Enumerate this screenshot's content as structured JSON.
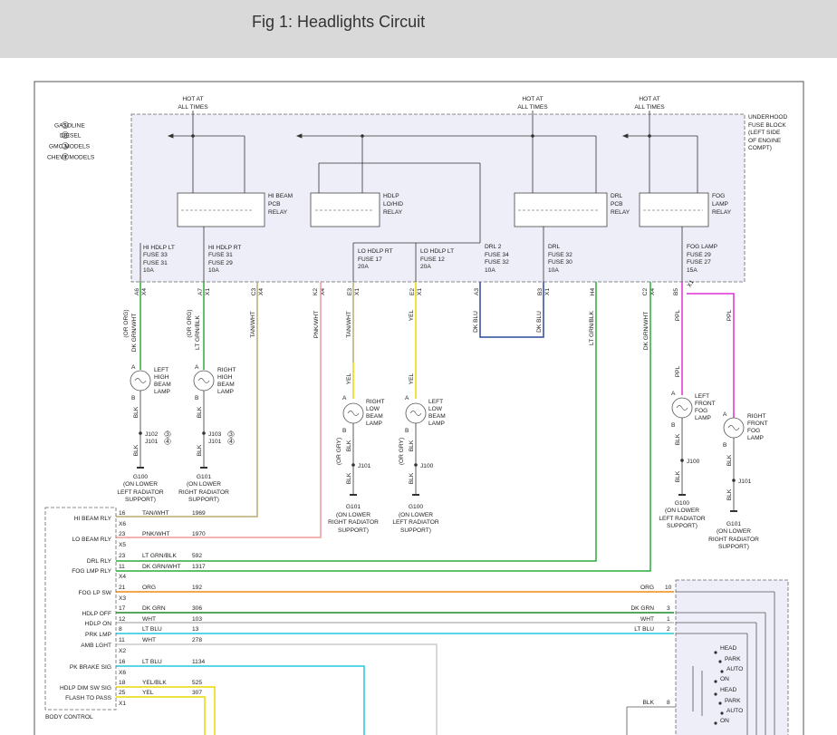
{
  "header": {
    "title": "Fig 1: Headlights Circuit"
  },
  "legend": [
    {
      "num": "1",
      "label": "GASOLINE"
    },
    {
      "num": "2",
      "label": "DIESEL"
    },
    {
      "num": "3",
      "label": "GMC MODELS"
    },
    {
      "num": "4",
      "label": "CHEVY MODELS"
    }
  ],
  "hot_labels": [
    {
      "line1": "HOT AT",
      "line2": "ALL TIMES"
    },
    {
      "line1": "HOT AT",
      "line2": "ALL TIMES"
    },
    {
      "line1": "HOT AT",
      "line2": "ALL TIMES"
    }
  ],
  "fuse_block": {
    "lines": [
      "UNDERHOOD",
      "FUSE BLOCK",
      "(LEFT SIDE",
      "OF ENGINE",
      "COMPT)"
    ]
  },
  "relays": [
    {
      "lines": [
        "HI BEAM",
        "PCB",
        "RELAY"
      ]
    },
    {
      "lines": [
        "HDLP",
        "LO/HID",
        "RELAY"
      ]
    },
    {
      "lines": [
        "DRL",
        "PCB",
        "RELAY"
      ]
    },
    {
      "lines": [
        "FOG",
        "LAMP",
        "RELAY"
      ]
    }
  ],
  "fuses": [
    {
      "lines": [
        "HI HDLP LT",
        "FUSE 33",
        "FUSE 31",
        "10A"
      ]
    },
    {
      "lines": [
        "HI HDLP RT",
        "FUSE 31",
        "FUSE 29",
        "10A"
      ]
    },
    {
      "lines": [
        "LO HDLP RT",
        "FUSE 17",
        "20A"
      ]
    },
    {
      "lines": [
        "LO HDLP LT",
        "FUSE 12",
        "20A"
      ]
    },
    {
      "lines": [
        "DRL 2",
        "FUSE 34",
        "FUSE 32",
        "10A"
      ]
    },
    {
      "lines": [
        "DRL",
        "FUSE 32",
        "FUSE 30",
        "10A"
      ]
    },
    {
      "lines": [
        "FOG LAMP",
        "FUSE 29",
        "FUSE 27",
        "15A"
      ]
    }
  ],
  "pins": [
    "A6",
    "A7",
    "C3",
    "K2",
    "E3",
    "E2",
    "A3",
    "B3",
    "H4",
    "C2",
    "B5",
    "X4",
    "X1",
    "X4",
    "X4",
    "X1",
    "X1",
    "X1",
    "X4",
    "X1"
  ],
  "wire_labels": [
    "DK GRN/WHT",
    "(OR ORG)",
    "LT GRN/BLK",
    "(OR ORG)",
    "TAN/WHT",
    "PNK/WHT",
    "TAN/WHT",
    "YEL",
    "DK BLU",
    "DK BLU",
    "LT GRN/BLK",
    "DK GRN/WHT",
    "PPL",
    "PPL",
    "PPL",
    "YEL",
    "YEL"
  ],
  "lamps": [
    {
      "lines": [
        "LEFT",
        "HIGH",
        "BEAM",
        "LAMP"
      ]
    },
    {
      "lines": [
        "RIGHT",
        "HIGH",
        "BEAM",
        "LAMP"
      ]
    },
    {
      "lines": [
        "RIGHT",
        "LOW",
        "BEAM",
        "LAMP"
      ]
    },
    {
      "lines": [
        "LEFT",
        "LOW",
        "BEAM",
        "LAMP"
      ]
    },
    {
      "lines": [
        "LEFT",
        "FRONT",
        "FOG",
        "LAMP"
      ]
    },
    {
      "lines": [
        "RIGHT",
        "FRONT",
        "FOG",
        "LAMP"
      ]
    }
  ],
  "grounds": [
    {
      "lines": [
        "G100",
        "(ON LOWER",
        "LEFT RADIATOR",
        "SUPPORT)"
      ]
    },
    {
      "lines": [
        "G101",
        "(ON LOWER",
        "RIGHT RADIATOR",
        "SUPPORT)"
      ]
    },
    {
      "lines": [
        "G101",
        "(ON LOWER",
        "RIGHT RADIATOR",
        "SUPPORT)"
      ]
    },
    {
      "lines": [
        "G100",
        "(ON LOWER",
        "LEFT RADIATOR",
        "SUPPORT)"
      ]
    },
    {
      "lines": [
        "G100",
        "(ON LOWER",
        "LEFT RADIATOR",
        "SUPPORT)"
      ]
    },
    {
      "lines": [
        "G101",
        "(ON LOWER",
        "RIGHT RADIATOR",
        "SUPPORT)"
      ]
    }
  ],
  "splices": [
    "J102",
    "J101",
    "J103",
    "J101",
    "J101",
    "J100",
    "J100",
    "J101"
  ],
  "bcm_inputs": [
    {
      "label": "HI BEAM RLY",
      "pin": "16",
      "pin2": "X6",
      "color": "TAN/WHT",
      "circuit": "1969"
    },
    {
      "label": "LO BEAM RLY",
      "pin": "23",
      "pin2": "X5",
      "color": "PNK/WHT",
      "circuit": "1970"
    },
    {
      "label": "DRL RLY",
      "pin": "23",
      "pin2": "",
      "color": "LT GRN/BLK",
      "circuit": "592"
    },
    {
      "label": "FOG LMP RLY",
      "pin": "11",
      "pin2": "X4",
      "color": "DK GRN/WHT",
      "circuit": "1317"
    },
    {
      "label": "FOG LP SW",
      "pin": "21",
      "pin2": "X3",
      "color": "ORG",
      "circuit": "192"
    },
    {
      "label": "HDLP OFF",
      "pin": "17",
      "pin2": "",
      "color": "DK GRN",
      "circuit": "306"
    },
    {
      "label": "HDLP ON",
      "pin": "12",
      "pin2": "",
      "color": "WHT",
      "circuit": "103"
    },
    {
      "label": "PRK LMP",
      "pin": "8",
      "pin2": "",
      "color": "LT BLU",
      "circuit": "13"
    },
    {
      "label": "AMB LGHT",
      "pin": "11",
      "pin2": "X2",
      "color": "WHT",
      "circuit": "278"
    },
    {
      "label": "PK BRAKE SIG",
      "pin": "16",
      "pin2": "X6",
      "color": "LT BLU",
      "circuit": "1134"
    },
    {
      "label": "HDLP DIM SW SIG",
      "pin": "18",
      "pin2": "",
      "color": "YEL/BLK",
      "circuit": "525"
    },
    {
      "label": "FLASH TO PASS",
      "pin": "25",
      "pin2": "X1",
      "color": "YEL",
      "circuit": "307"
    }
  ],
  "bcm_title": "BODY CONTROL",
  "switch_wires": [
    {
      "color": "ORG",
      "pin": "10"
    },
    {
      "color": "DK GRN",
      "pin": "3"
    },
    {
      "color": "WHT",
      "pin": "1"
    },
    {
      "color": "LT BLU",
      "pin": "2"
    },
    {
      "color": "BLK",
      "pin": "8"
    }
  ],
  "switch_positions": [
    "HEAD",
    "PARK",
    "AUTO",
    "ON",
    "HEAD",
    "PARK",
    "AUTO",
    "ON"
  ],
  "colors": {
    "green": "#2eaa3c",
    "tan": "#bba874",
    "pink": "#f09a9a",
    "yellow": "#e8d800",
    "blue": "#2a4a9a",
    "magenta": "#e030d0",
    "orange": "#f08a10",
    "cyan": "#20c8e0",
    "dkgreen": "#1d8a2a",
    "fuseblock": "#eeeef8"
  }
}
